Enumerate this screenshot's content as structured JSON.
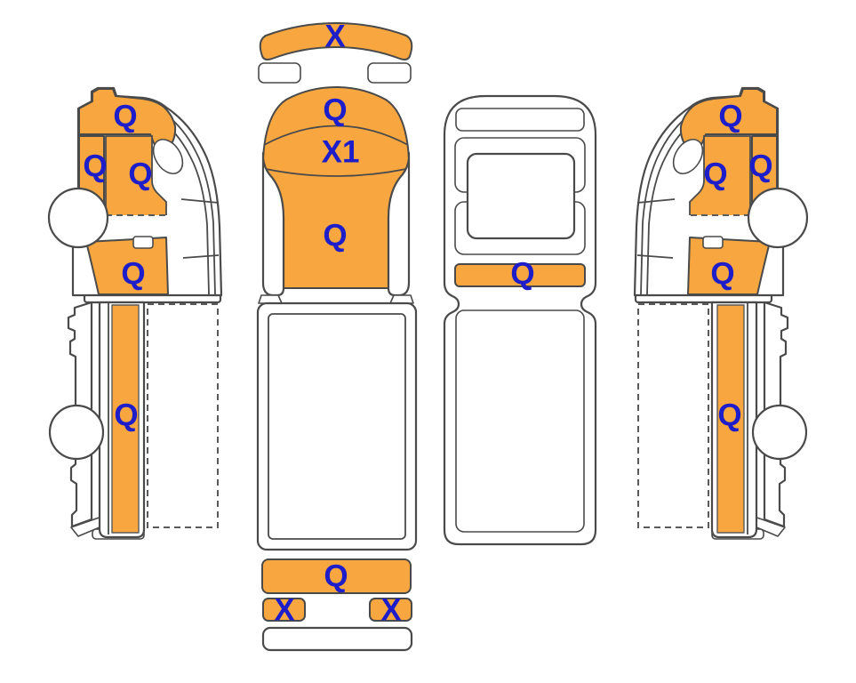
{
  "colors": {
    "highlight_orange": "#F7A640",
    "label_blue": "#1D1DC9",
    "outline_gray": "#4A4A4A",
    "dashed_gray": "#5A5A5A"
  },
  "codes_used": [
    "Q",
    "X",
    "X1"
  ],
  "views": {
    "side_left": {
      "title": "left-side-view",
      "labels": {
        "roof": "Q",
        "front_panel": "Q",
        "door": "Q",
        "lower_door": "Q",
        "cargo_side": "Q"
      }
    },
    "top": {
      "title": "top-view",
      "labels": {
        "front_bumper": "X",
        "roof": "Q",
        "windshield": "X1",
        "hood": "Q",
        "rear_bumper": "Q",
        "rear_light_left": "X",
        "rear_light_right": "X"
      }
    },
    "rear": {
      "title": "rear-view",
      "labels": {
        "bumper": "Q"
      }
    },
    "side_right": {
      "title": "right-side-view",
      "labels": {
        "roof": "Q",
        "front_panel": "Q",
        "door": "Q",
        "lower_door": "Q",
        "cargo_side": "Q"
      }
    }
  }
}
